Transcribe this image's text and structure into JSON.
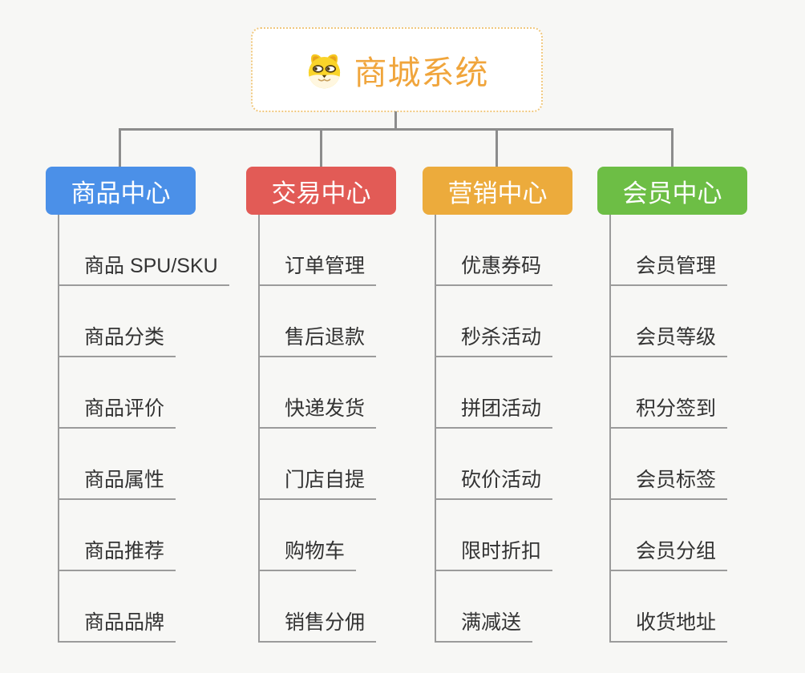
{
  "colors": {
    "background": "#F7F7F5",
    "line": "#8C8C8C",
    "trunk_line": "#9B9B9B",
    "leaf_text": "#333333",
    "root_bg": "#FFFFFF",
    "root_border": "#F0C87E",
    "root_title": "#F0A53C",
    "branch_text": "#FFFFFF"
  },
  "root": {
    "title": "商城系统",
    "icon": "shiba-dog-icon"
  },
  "branches": [
    {
      "label": "商品中心",
      "color": "#4B90E8",
      "items": [
        "商品 SPU/SKU",
        "商品分类",
        "商品评价",
        "商品属性",
        "商品推荐",
        "商品品牌"
      ]
    },
    {
      "label": "交易中心",
      "color": "#E25B56",
      "items": [
        "订单管理",
        "售后退款",
        "快递发货",
        "门店自提",
        "购物车",
        "销售分佣"
      ]
    },
    {
      "label": "营销中心",
      "color": "#ECAB3C",
      "items": [
        "优惠券码",
        "秒杀活动",
        "拼团活动",
        "砍价活动",
        "限时折扣",
        "满减送"
      ]
    },
    {
      "label": "会员中心",
      "color": "#6DBE45",
      "items": [
        "会员管理",
        "会员等级",
        "积分签到",
        "会员标签",
        "会员分组",
        "收货地址"
      ]
    }
  ]
}
